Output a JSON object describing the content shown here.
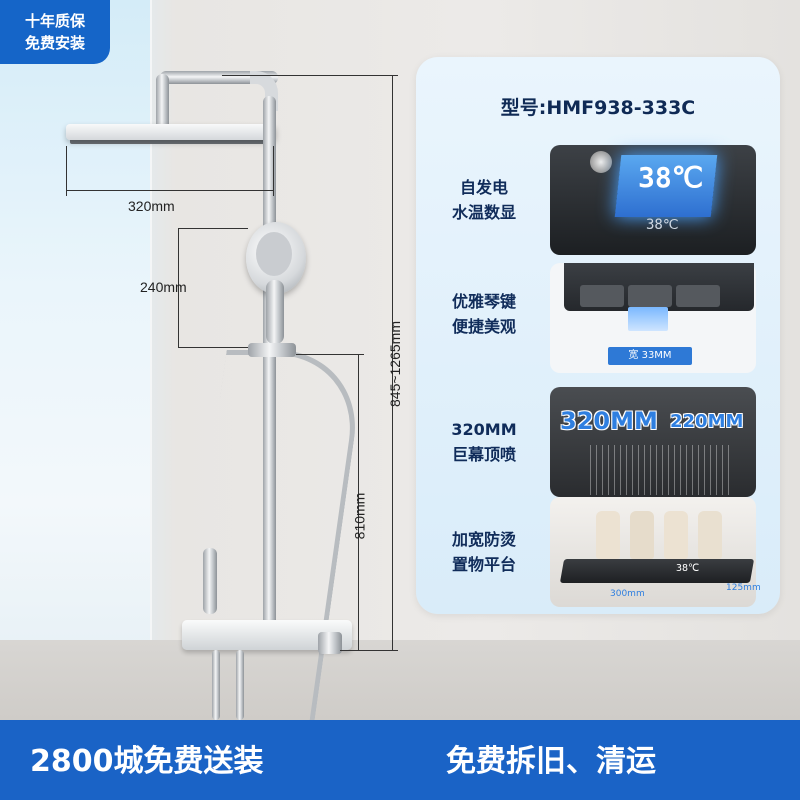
{
  "badge": {
    "line1": "十年质保",
    "line2": "免费安装"
  },
  "dimensions": {
    "rain_head_width": "320mm",
    "hand_head_height": "240mm",
    "total_height": "845~1265mm",
    "lower_height": "810mm"
  },
  "panel": {
    "model": "型号:HMF938-333C",
    "features": [
      {
        "line1": "自发电",
        "line2": "水温数显",
        "image": "digital-temperature-display",
        "display_value": "38℃"
      },
      {
        "line1": "优雅琴键",
        "line2": "便捷美观",
        "image": "piano-key-buttons",
        "tag": "宽 33MM"
      },
      {
        "line1": "320MM",
        "line2": "巨幕顶喷",
        "image": "top-rain-shower",
        "dim_a": "320MM",
        "dim_b": "220MM"
      },
      {
        "line1": "加宽防烫",
        "line2": "置物平台",
        "image": "anti-scald-shelf",
        "dim_a": "300mm",
        "dim_b": "125mm"
      }
    ]
  },
  "bottom_bar": {
    "left": "2800城免费送装",
    "right": "免费拆旧、清运"
  },
  "colors": {
    "brand_blue": "#1a63c6",
    "panel_bg": "#e2f1fb",
    "label_navy": "#102c5a"
  }
}
